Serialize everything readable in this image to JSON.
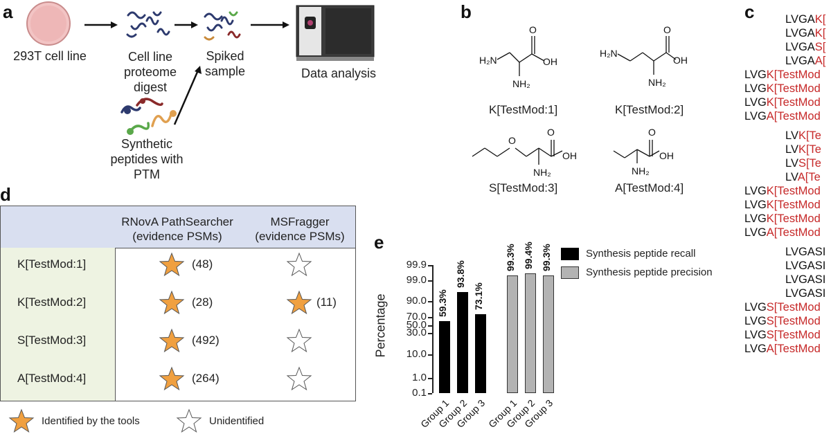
{
  "panels": {
    "a": "a",
    "b": "b",
    "c": "c",
    "d": "d",
    "e": "e"
  },
  "panel_a": {
    "cell_line": "293T cell line",
    "digest": "Cell line proteome digest",
    "spiked": "Spiked sample",
    "analysis": "Data analysis",
    "synthetic": "Synthetic peptides with PTM"
  },
  "panel_b": {
    "structures": [
      {
        "name": "K[TestMod:1]"
      },
      {
        "name": "K[TestMod:2]"
      },
      {
        "name": "S[TestMod:3]"
      },
      {
        "name": "A[TestMod:4]"
      }
    ],
    "atom_labels": {
      "h2n": "H₂N",
      "nh2": "NH₂",
      "oh": "OH",
      "o": "O"
    }
  },
  "panel_c": {
    "sequences": [
      {
        "black": "LVGA",
        "red": "K["
      },
      {
        "black": "LVGA",
        "red": "K["
      },
      {
        "black": "LVGA",
        "red": "S["
      },
      {
        "black": "LVGA",
        "red": "A["
      },
      {
        "black": "LVG",
        "red": "K[TestMod"
      },
      {
        "black": "LVG",
        "red": "K[TestMod"
      },
      {
        "black": "LVG",
        "red": "K[TestMod"
      },
      {
        "black": "LVG",
        "red": "A[TestMod"
      },
      {
        "black": "LV",
        "red": "K[Te"
      },
      {
        "black": "LV",
        "red": "K[Te"
      },
      {
        "black": "LV",
        "red": "S[Te"
      },
      {
        "black": "LV",
        "red": "A[Te"
      },
      {
        "black": "LVG",
        "red": "K[TestMod"
      },
      {
        "black": "LVG",
        "red": "K[TestMod"
      },
      {
        "black": "LVG",
        "red": "K[TestMod"
      },
      {
        "black": "LVG",
        "red": "A[TestMod"
      },
      {
        "black": "LVGASI",
        "red": ""
      },
      {
        "black": "LVGASI",
        "red": ""
      },
      {
        "black": "LVGASI",
        "red": ""
      },
      {
        "black": "LVGASI",
        "red": ""
      },
      {
        "black": "LVG",
        "red": "S[TestMod"
      },
      {
        "black": "LVG",
        "red": "S[TestMod"
      },
      {
        "black": "LVG",
        "red": "S[TestMod"
      },
      {
        "black": "LVG",
        "red": "A[TestMod"
      }
    ]
  },
  "panel_d": {
    "col1_header": "RNovA PathSearcher (evidence PSMs)",
    "col2_header": "MSFragger (evidence PSMs)",
    "rows": [
      {
        "label": "K[TestMod:1]",
        "rnova": true,
        "rnova_count": "(48)",
        "msf": false,
        "msf_count": ""
      },
      {
        "label": "K[TestMod:2]",
        "rnova": true,
        "rnova_count": "(28)",
        "msf": true,
        "msf_count": "(11)"
      },
      {
        "label": "S[TestMod:3]",
        "rnova": true,
        "rnova_count": "(492)",
        "msf": false,
        "msf_count": ""
      },
      {
        "label": "A[TestMod:4]",
        "rnova": true,
        "rnova_count": "(264)",
        "msf": false,
        "msf_count": ""
      }
    ],
    "legend_identified": "Identified by the tools",
    "legend_unidentified": "Unidentified",
    "colors": {
      "star_filled": "#f0a040",
      "header_bg": "#d9dff0",
      "row_bg": "#eef3e2"
    }
  },
  "chart_data": {
    "type": "bar",
    "ylabel": "Percentage",
    "yticks": [
      "0.1",
      "1.0",
      "10.0",
      "30.0",
      "50.0",
      "70.0",
      "90.0",
      "99.0",
      "99.9"
    ],
    "series": [
      {
        "name": "Synthesis peptide recall",
        "color": "#000000",
        "categories": [
          "Group 1",
          "Group 2",
          "Group 3"
        ],
        "values": [
          59.3,
          93.8,
          73.1
        ],
        "labels": [
          "59.3%",
          "93.8%",
          "73.1%"
        ]
      },
      {
        "name": "Synthesis peptide precision",
        "color": "#b3b3b3",
        "categories": [
          "Group 1",
          "Group 2",
          "Group 3"
        ],
        "values": [
          99.3,
          99.4,
          99.3
        ],
        "labels": [
          "99.3%",
          "99.4%",
          "99.3%"
        ]
      }
    ]
  }
}
